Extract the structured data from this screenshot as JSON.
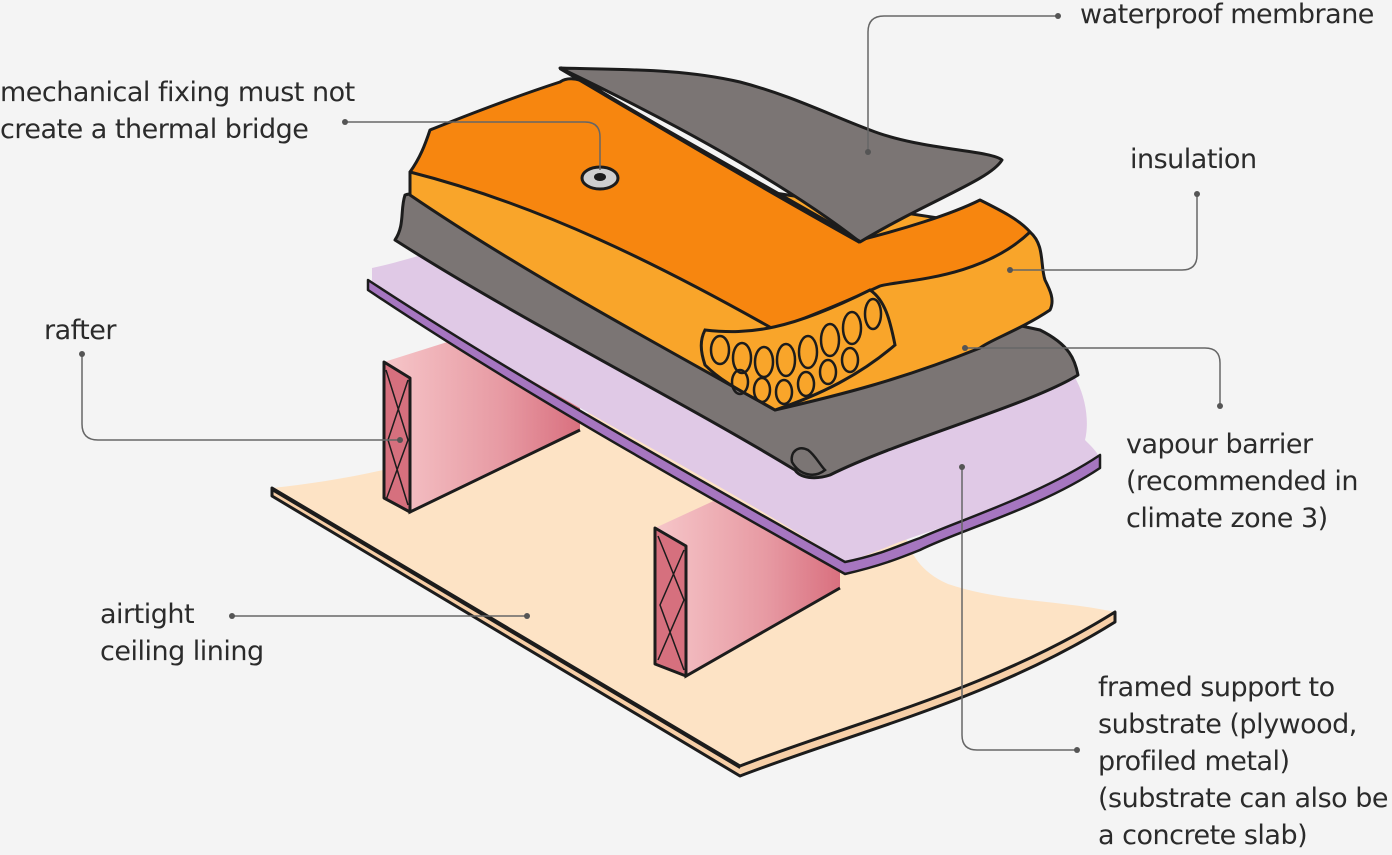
{
  "labels": {
    "waterproof_membrane": [
      "waterproof membrane"
    ],
    "mechanical_fixing": [
      "mechanical fixing must not",
      "create a thermal bridge"
    ],
    "insulation": [
      "insulation"
    ],
    "rafter": [
      "rafter"
    ],
    "vapour_barrier": [
      "vapour barrier",
      "(recommended in",
      "climate zone 3)"
    ],
    "airtight_ceiling": [
      "airtight",
      "ceiling lining"
    ],
    "framed_support": [
      "framed support to",
      "substrate (plywood,",
      "profiled metal)",
      "(substrate can also be",
      "a concrete slab)"
    ]
  },
  "colors": {
    "background": "#f4f4f4",
    "membrane": "#7b7574",
    "insulation_top": "#f7860f",
    "insulation_side": "#f9a52a",
    "vapour_barrier": "#e0c9e6",
    "vapour_barrier_edge": "#a676c0",
    "ceiling_lining": "#fde3c5",
    "rafter_light": "#f2b8bd",
    "rafter_dark": "#d6707e",
    "leader_line": "#666666",
    "outline": "#1c1c1c",
    "text": "#2b2b2b"
  }
}
